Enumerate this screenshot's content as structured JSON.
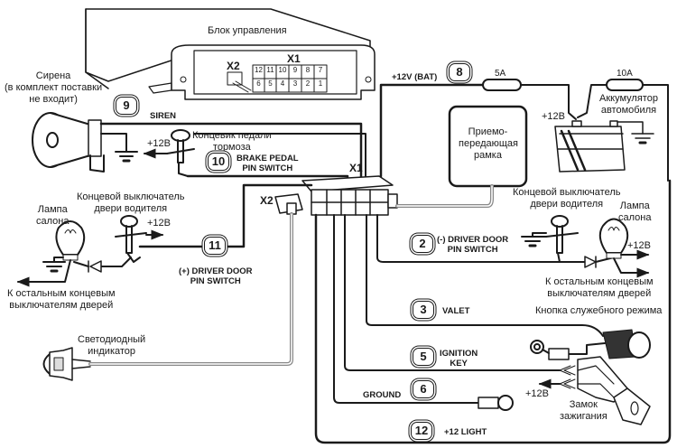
{
  "title": "Блок управления",
  "connectors": {
    "x1": "X1",
    "x2": "X2",
    "x1_pins_top": [
      "12",
      "11",
      "10",
      "9",
      "8",
      "7"
    ],
    "x1_pins_bottom": [
      "6",
      "5",
      "4",
      "3",
      "2",
      "1"
    ]
  },
  "components": {
    "siren": "Сирена\n(в комплект поставки\nне входит)",
    "brake_switch": "Концевик педали\nтормоза",
    "transceiver": "Приемо-\nпередающая\nрамка",
    "battery": "Аккумулятор\nавтомобиля",
    "battery_plus": "+12В",
    "door_switch_left": "Концевой выключатель\nдвери водителя",
    "lamp_left": "Лампа\nсалона",
    "other_switches_left": "К остальным концевым\nвыключателям дверей",
    "door_switch_right": "Концевой выключатель\nдвери водителя",
    "lamp_right": "Лампа\nсалона",
    "other_switches_right": "К остальным концевым\nвыключателям дверей",
    "led": "Светодиодный\nиндикатор",
    "valet_button": "Кнопка служебного режима",
    "ignition_lock": "Замок\nзажигания",
    "plus12_brake": "+12В",
    "plus12_door_left": "+12В",
    "plus12_lamp_right": "+12В",
    "plus12_ignition": "+12В"
  },
  "fuses": {
    "f1": "5A",
    "f2": "10A"
  },
  "wires": [
    {
      "num": "9",
      "label": "SIREN"
    },
    {
      "num": "10",
      "label": "BRAKE PEDAL\nPIN SWITCH"
    },
    {
      "num": "8",
      "label": "+12V (BAT)"
    },
    {
      "num": "11",
      "label": "(+) DRIVER DOOR\nPIN SWITCH"
    },
    {
      "num": "2",
      "label": "(-) DRIVER DOOR\nPIN SWITCH"
    },
    {
      "num": "3",
      "label": "VALET"
    },
    {
      "num": "5",
      "label": "IGNITION\nKEY"
    },
    {
      "num": "6",
      "label": "GROUND"
    },
    {
      "num": "12",
      "label": "+12 LIGHT"
    }
  ]
}
